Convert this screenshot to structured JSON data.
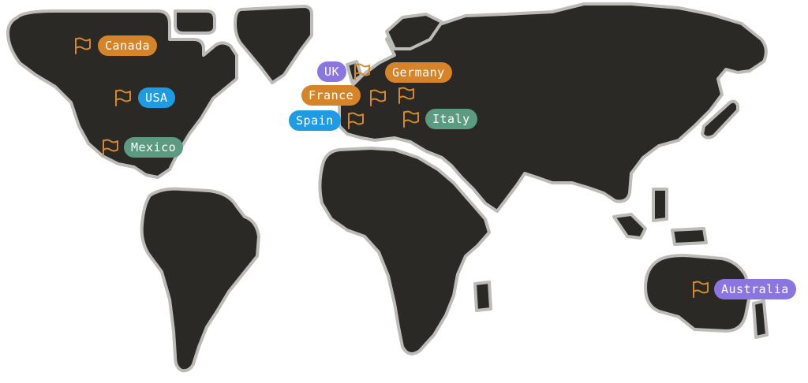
{
  "colors": {
    "land": "#2b2925",
    "coast": "#bdbbb7",
    "flag": "#d6892a",
    "orange": "#d6842a",
    "blue": "#1e9be3",
    "green": "#5c9a82",
    "purple": "#8b76e0"
  },
  "markers": [
    {
      "id": "canada",
      "label": "Canada",
      "color": "orange",
      "icon": "flag-icon"
    },
    {
      "id": "usa",
      "label": "USA",
      "color": "blue",
      "icon": "flag-icon"
    },
    {
      "id": "mexico",
      "label": "Mexico",
      "color": "green",
      "icon": "flag-icon"
    },
    {
      "id": "uk",
      "label": "UK",
      "color": "purple",
      "icon": "flag-icon"
    },
    {
      "id": "germany",
      "label": "Germany",
      "color": "orange",
      "icon": "flag-icon"
    },
    {
      "id": "france",
      "label": "France",
      "color": "orange",
      "icon": "flag-icon"
    },
    {
      "id": "spain",
      "label": "Spain",
      "color": "blue",
      "icon": "flag-icon"
    },
    {
      "id": "italy",
      "label": "Italy",
      "color": "green",
      "icon": "flag-icon"
    },
    {
      "id": "australia",
      "label": "Australia",
      "color": "purple",
      "icon": "flag-icon"
    }
  ]
}
